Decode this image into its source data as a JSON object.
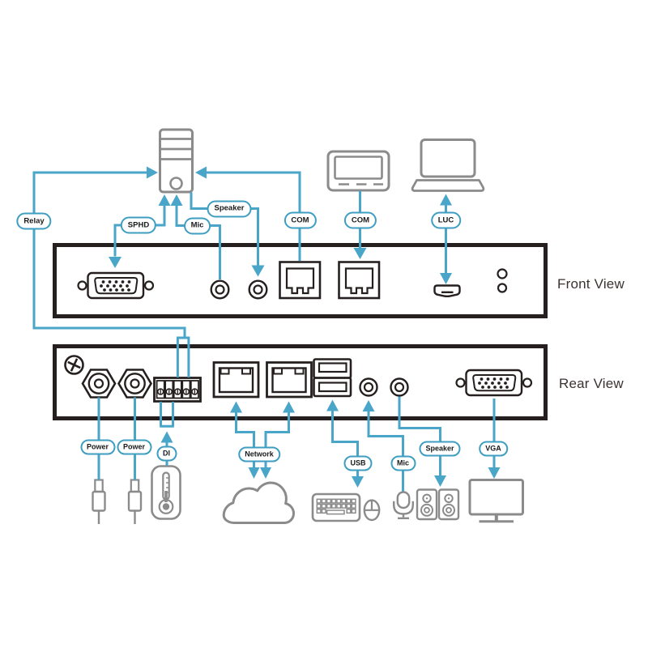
{
  "colors": {
    "accent": "#4aa6c8",
    "pill_border": "#3e9ec2",
    "icon_gray": "#8b8b8b",
    "outline": "#25201f",
    "label_text": "#3a3331"
  },
  "views": {
    "front": "Front View",
    "rear": "Rear View"
  },
  "pills": {
    "relay": "Relay",
    "sphd": "SPHD",
    "mic_front": "Mic",
    "speaker_front": "Speaker",
    "com_left": "COM",
    "com_right": "COM",
    "luc": "LUC",
    "power_1": "Power",
    "power_2": "Power",
    "di": "DI",
    "network": "Network",
    "usb": "USB",
    "mic_rear": "Mic",
    "speaker_rear": "Speaker",
    "vga": "VGA"
  },
  "icons": [
    "computer-tower",
    "control-panel-display",
    "laptop",
    "dc-power-plug",
    "dc-power-plug",
    "thermometer-sensor",
    "network-cloud",
    "keyboard",
    "mouse",
    "microphone",
    "speakers",
    "monitor"
  ]
}
